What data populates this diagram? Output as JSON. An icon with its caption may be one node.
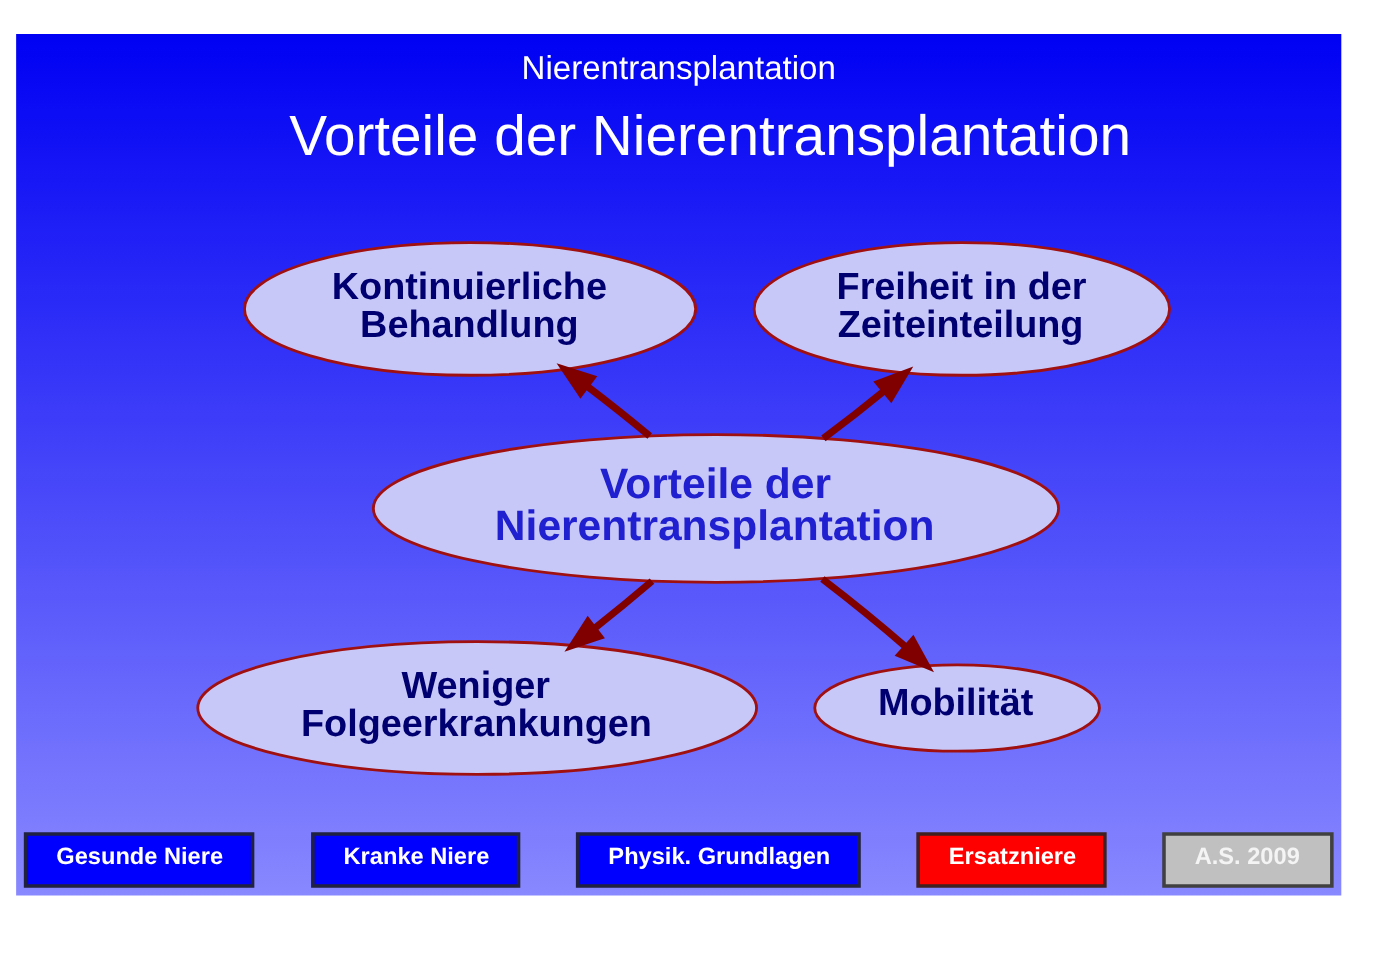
{
  "diagram": {
    "title": "Nierentransplantation",
    "nodes": [
      {
        "text": [
          "Kontinuierliche Behandlung"
        ]
      },
      {
        "text": [
          "Freiheit in der Zeiteinteilung"
        ]
      },
      {
        "text": [
          "Vorteile der Nierentransplantation"
        ]
      },
      {
        "text": [
          "Weniger Folgeerkrankungen"
        ]
      },
      {
        "text": [
          "Mobilität"
        ]
      },
      {
        "text": [
          "Gesunde Niere"
        ]
      },
      {
        "text": [
          "Kranke Niere"
        ]
      },
      {
        "text": [
          "Physik. Grundlagen"
        ]
      },
      {
        "text": [
          "Ersatzniere"
        ]
      },
      {
        "text": [
          "A.S. 2009"
        ]
      }
    ],
    "edges": [
      {
        "from": 2,
        "to": 0,
        "arrow": "to"
      },
      {
        "from": 2,
        "to": 1,
        "arrow": "to"
      },
      {
        "from": 2,
        "to": 3,
        "arrow": "to"
      },
      {
        "from": 2,
        "to": 4,
        "arrow": "to"
      }
    ],
    "labels": [
      "Vorteile der Nierentransplantation"
    ]
  }
}
